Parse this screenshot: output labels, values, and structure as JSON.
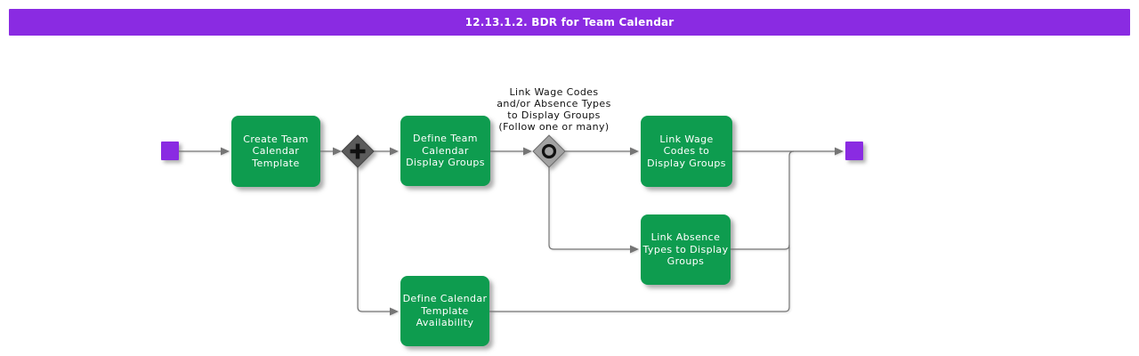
{
  "title_bar": {
    "text": "12.13.1.2. BDR for Team Calendar"
  },
  "colors": {
    "canvas_bg": "#ffffff",
    "titlebar_bg": "#8a2be2",
    "titlebar_fg": "#ffffff",
    "activity_bg": "#0e9c4f",
    "activity_fg": "#ffffff",
    "connector": "#757575",
    "gateway_plus_bg": "#5b5b5b",
    "gateway_circle_bg": "#a2a2a2",
    "gateway_symbol": "#111111",
    "event_bg": "#8a2be2"
  },
  "diagram": {
    "activities": [
      {
        "label": "Create Team\nCalendar\nTemplate"
      },
      {
        "label": "Define Team\nCalendar\nDisplay Groups"
      },
      {
        "label": "Link Wage\nCodes to\nDisplay Groups"
      },
      {
        "label": "Link Absence\nTypes to Display\nGroups"
      },
      {
        "label": "Define Calendar\nTemplate\nAvailability"
      }
    ],
    "gateways": [
      {
        "symbol": "plus"
      },
      {
        "symbol": "circle-in-diamond"
      }
    ],
    "annotation": "Link Wage Codes\nand/or Absence Types\nto Display Groups\n(Follow one or many)"
  }
}
